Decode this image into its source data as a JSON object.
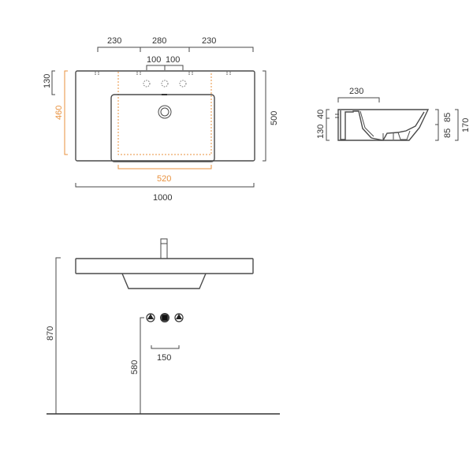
{
  "top_view": {
    "dims_top": [
      "230",
      "280",
      "230"
    ],
    "dims_taps": [
      "100",
      "100"
    ],
    "dim_left_130": "130",
    "dim_left_460": "460",
    "dim_right_500": "500",
    "dim_basin_520": "520",
    "dim_total_1000": "1000"
  },
  "side_view": {
    "dim_230": "230",
    "dim_40": "40",
    "dim_130": "130",
    "dim_85_top": "85",
    "dim_85_bottom": "85",
    "dim_170": "170"
  },
  "front_view": {
    "dim_870": "870",
    "dim_580": "580",
    "dim_150": "150"
  },
  "colors": {
    "line": "#4a4a4a",
    "accent": "#e8913e"
  }
}
